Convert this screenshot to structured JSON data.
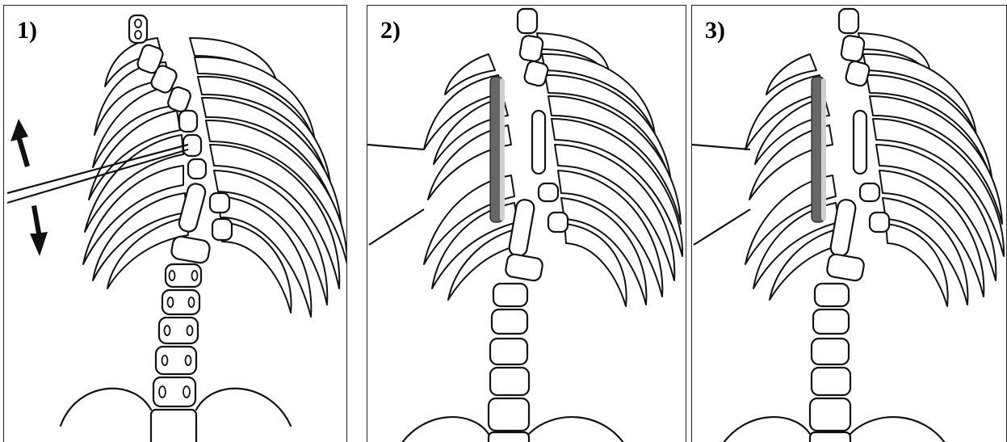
{
  "panels": [
    {
      "label": "1)"
    },
    {
      "label": "2)"
    },
    {
      "label": "3)"
    }
  ]
}
